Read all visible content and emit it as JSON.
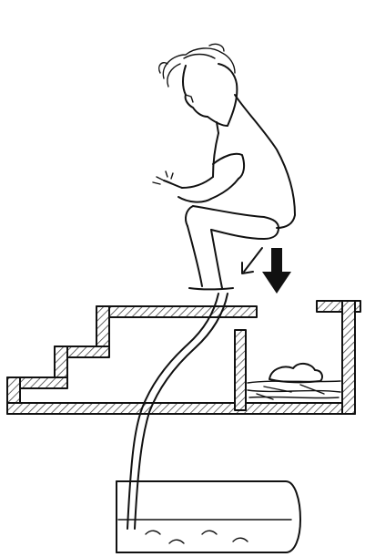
{
  "figure": {
    "elements": [
      "seated-person",
      "urine-flow-arrow",
      "feces-drop-arrow",
      "hatched-stepped-platform",
      "urine-pipe",
      "drying-chamber",
      "collection-tank"
    ]
  },
  "colors": {
    "ink": "#111111",
    "background": "#ffffff",
    "hatch": "#444444"
  }
}
